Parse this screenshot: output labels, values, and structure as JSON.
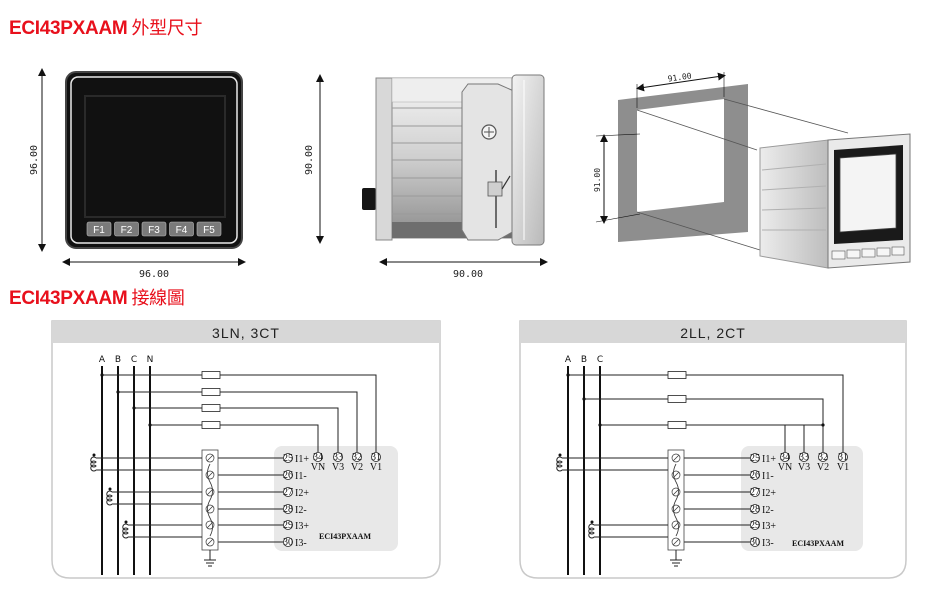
{
  "titles": {
    "dimensions_model": "ECI43PXAAM",
    "dimensions_suffix": "外型尺寸",
    "wiring_model": "ECI43PXAAM",
    "wiring_suffix": "接線圖"
  },
  "front_view": {
    "width_label": "96.00",
    "height_label": "96.00",
    "function_keys": [
      "F1",
      "F2",
      "F3",
      "F4",
      "F5"
    ]
  },
  "side_view": {
    "height_label": "90.00",
    "depth_label": "90.00"
  },
  "cutout_view": {
    "width_label": "91.00",
    "height_label": "91.00"
  },
  "wiring_left": {
    "header": "3LN, 3CT",
    "phases": [
      "A",
      "B",
      "C",
      "N"
    ],
    "voltage_terminals": [
      {
        "num": "34",
        "name": "VN"
      },
      {
        "num": "33",
        "name": "V3"
      },
      {
        "num": "32",
        "name": "V2"
      },
      {
        "num": "31",
        "name": "V1"
      }
    ],
    "current_terminals": [
      {
        "num": "25",
        "name": "I1+"
      },
      {
        "num": "26",
        "name": "I1-"
      },
      {
        "num": "27",
        "name": "I2+"
      },
      {
        "num": "28",
        "name": "I2-"
      },
      {
        "num": "29",
        "name": "I3+"
      },
      {
        "num": "30",
        "name": "I3-"
      }
    ],
    "model": "ECI43PXAAM"
  },
  "wiring_right": {
    "header": "2LL, 2CT",
    "phases": [
      "A",
      "B",
      "C"
    ],
    "voltage_terminals": [
      {
        "num": "34",
        "name": "VN"
      },
      {
        "num": "33",
        "name": "V3"
      },
      {
        "num": "32",
        "name": "V2"
      },
      {
        "num": "31",
        "name": "V1"
      }
    ],
    "current_terminals": [
      {
        "num": "25",
        "name": "I1+"
      },
      {
        "num": "26",
        "name": "I1-"
      },
      {
        "num": "27",
        "name": "I2+"
      },
      {
        "num": "28",
        "name": "I2-"
      },
      {
        "num": "29",
        "name": "I3+"
      },
      {
        "num": "30",
        "name": "I3-"
      }
    ],
    "model": "ECI43PXAAM"
  }
}
